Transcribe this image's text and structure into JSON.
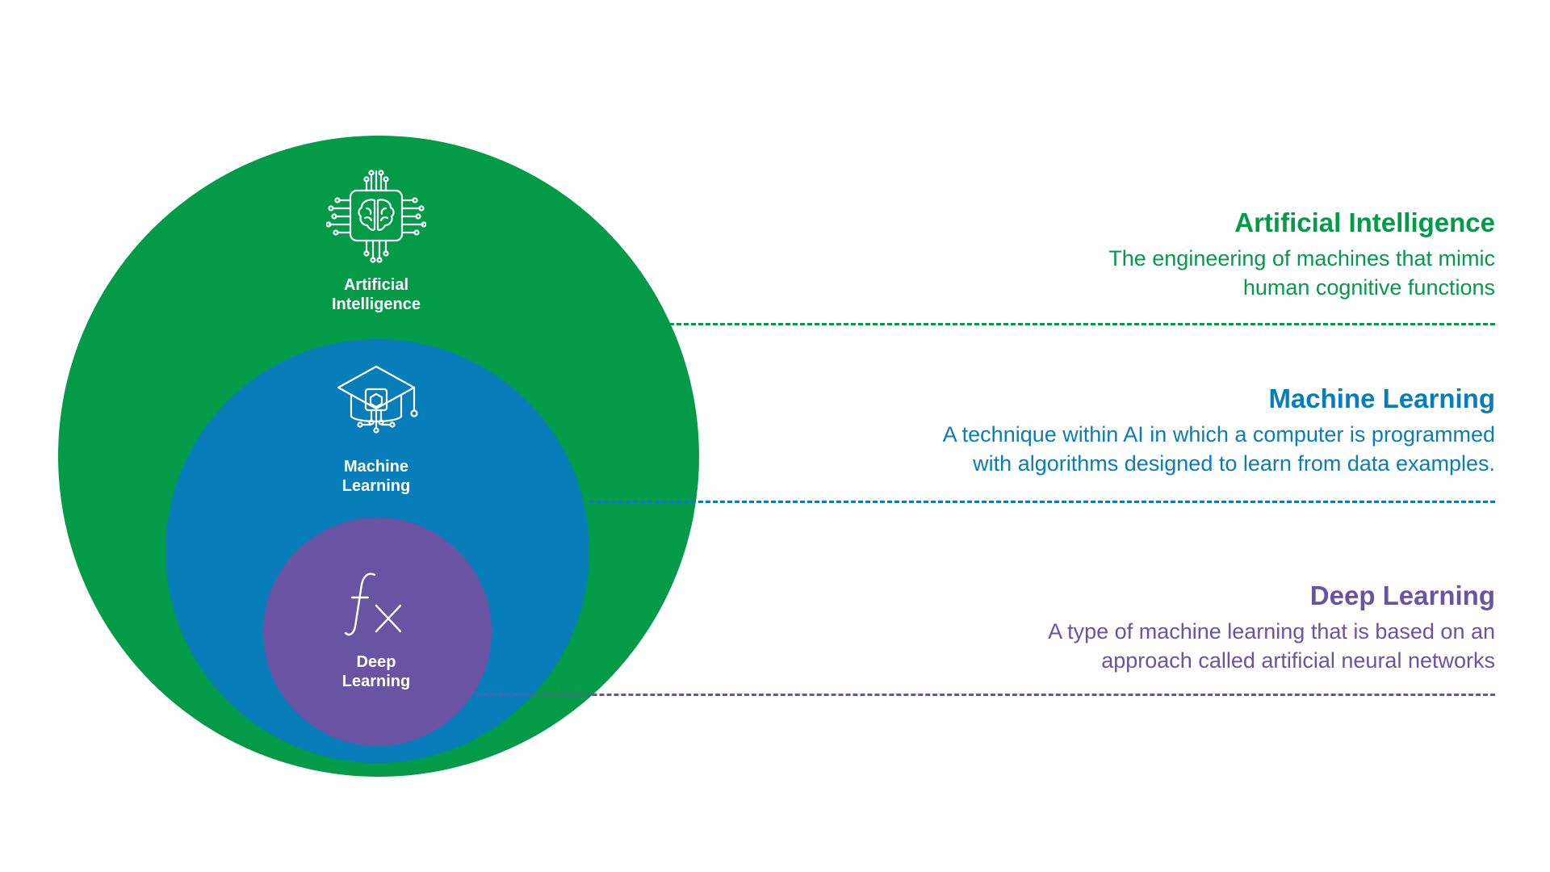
{
  "colors": {
    "artificial_intelligence": "#039a48",
    "machine_learning": "#077dba",
    "deep_learning": "#6b53a3",
    "background": "#ffffff",
    "circle_text": "#ffffff"
  },
  "circles": {
    "ai": {
      "icon": "brain-chip-icon",
      "label_line1": "Artificial",
      "label_line2": "Intelligence"
    },
    "ml": {
      "icon": "graduation-cap-chip-icon",
      "label_line1": "Machine",
      "label_line2": "Learning"
    },
    "dl": {
      "icon": "function-fx-icon",
      "label_line1": "Deep",
      "label_line2": "Learning"
    }
  },
  "definitions": {
    "ai": {
      "title": "Artificial Intelligence",
      "line1": "The engineering of machines that mimic",
      "line2": "human cognitive functions"
    },
    "ml": {
      "title": "Machine Learning",
      "line1": "A technique within AI in which a computer is programmed",
      "line2": "with algorithms designed to learn from data examples."
    },
    "dl": {
      "title": "Deep Learning",
      "line1": "A type of machine learning that is based on an",
      "line2": "approach called artificial neural networks"
    }
  }
}
